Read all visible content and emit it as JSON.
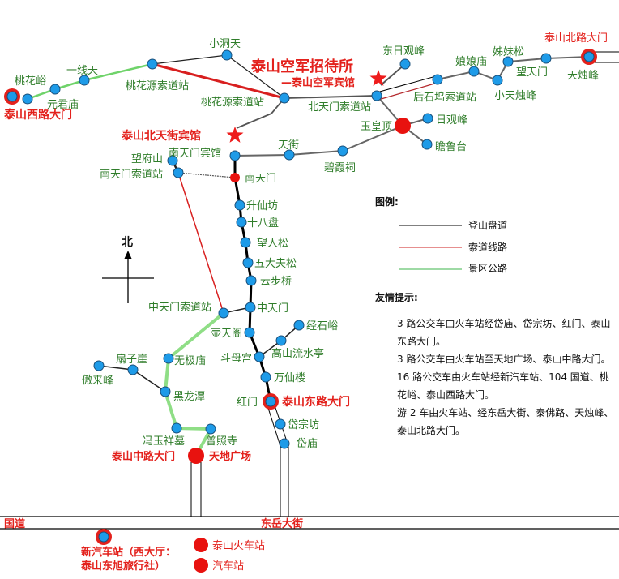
{
  "map": {
    "green_labels": [
      "桃花峪",
      "元君庙",
      "一线天",
      "桃花源索道站",
      "小洞天",
      "桃花源索道站",
      "南天门宾馆",
      "天街",
      "碧霞祠",
      "玉皇顶",
      "日观峰",
      "瞻鲁台",
      "北天门索道站",
      "东日观峰",
      "后石坞索道站",
      "娘娘庙",
      "小天烛峰",
      "姊妹松",
      "望天门",
      "天烛峰",
      "望府山",
      "南天门索道站",
      "南天门",
      "升仙坊",
      "十八盘",
      "望人松",
      "五大夫松",
      "云步桥",
      "中天门",
      "中天门索道站",
      "壶天阁",
      "经石峪",
      "高山流水亭",
      "斗母宫",
      "万仙楼",
      "红门",
      "岱宗坊",
      "岱庙",
      "无极庙",
      "扇子崖",
      "傲来峰",
      "黑龙潭",
      "冯玉祥墓",
      "普照寺"
    ],
    "red_labels": [
      "泰山西路大门",
      "泰山北天街宾馆",
      "泰山空军招待所",
      "—泰山空军宾馆",
      "泰山北路大门",
      "泰山东路大门",
      "泰山中路大门",
      "天地广场",
      "国道",
      "东岳大街",
      "新汽车站（西大厅：",
      "泰山东旭旅行社）",
      "泰山火车站",
      "汽车站"
    ],
    "north_label": "北"
  },
  "legend": {
    "title": "图例:",
    "items": [
      {
        "label": "登山盘道",
        "color": "#000000"
      },
      {
        "label": "索道线路",
        "color": "#cc1f1f"
      },
      {
        "label": "景区公路",
        "color": "#3cb44b"
      }
    ]
  },
  "tips": {
    "title": "友情提示:",
    "items": [
      "3 路公交车由火车站经岱庙、岱宗坊、红门、泰山东路大门。",
      "3 路公交车由火车站至天地广场、泰山中路大门。",
      "16 路公交车由火车站经新汽车站、104 国道、桃花峪、泰山西路大门。",
      "游 2 车由火车站、经东岳大街、泰佛路、天烛峰、泰山北路大门。"
    ]
  },
  "colors": {
    "node": "#1e9be8",
    "gate": "#e3211c",
    "label_green": "#2f7d2a",
    "label_red": "#e3211c"
  }
}
